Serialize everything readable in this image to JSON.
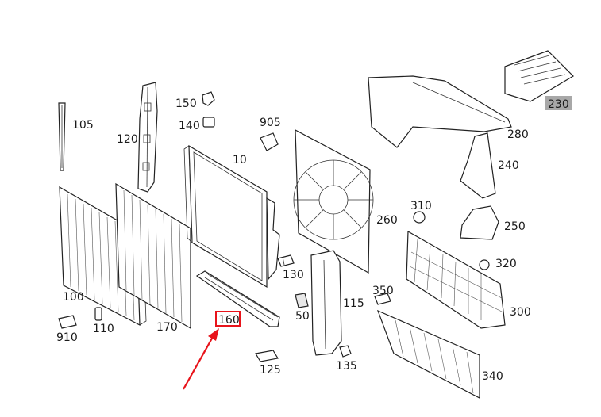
{
  "labels": {
    "p10": "10",
    "p50": "50",
    "p100": "100",
    "p105": "105",
    "p110": "110",
    "p115": "115",
    "p120": "120",
    "p125": "125",
    "p130": "130",
    "p135": "135",
    "p140": "140",
    "p150": "150",
    "p160": "160",
    "p170": "170",
    "p230": "230",
    "p240": "240",
    "p250": "250",
    "p260": "260",
    "p280": "280",
    "p300": "300",
    "p310": "310",
    "p320": "320",
    "p340": "340",
    "p350": "350",
    "p905": "905",
    "p910": "910"
  },
  "highlight": {
    "part": "160",
    "box_color": "#e8141b",
    "arrow_color": "#e8141b"
  },
  "highlight_230_bg": "#a8a8a8"
}
